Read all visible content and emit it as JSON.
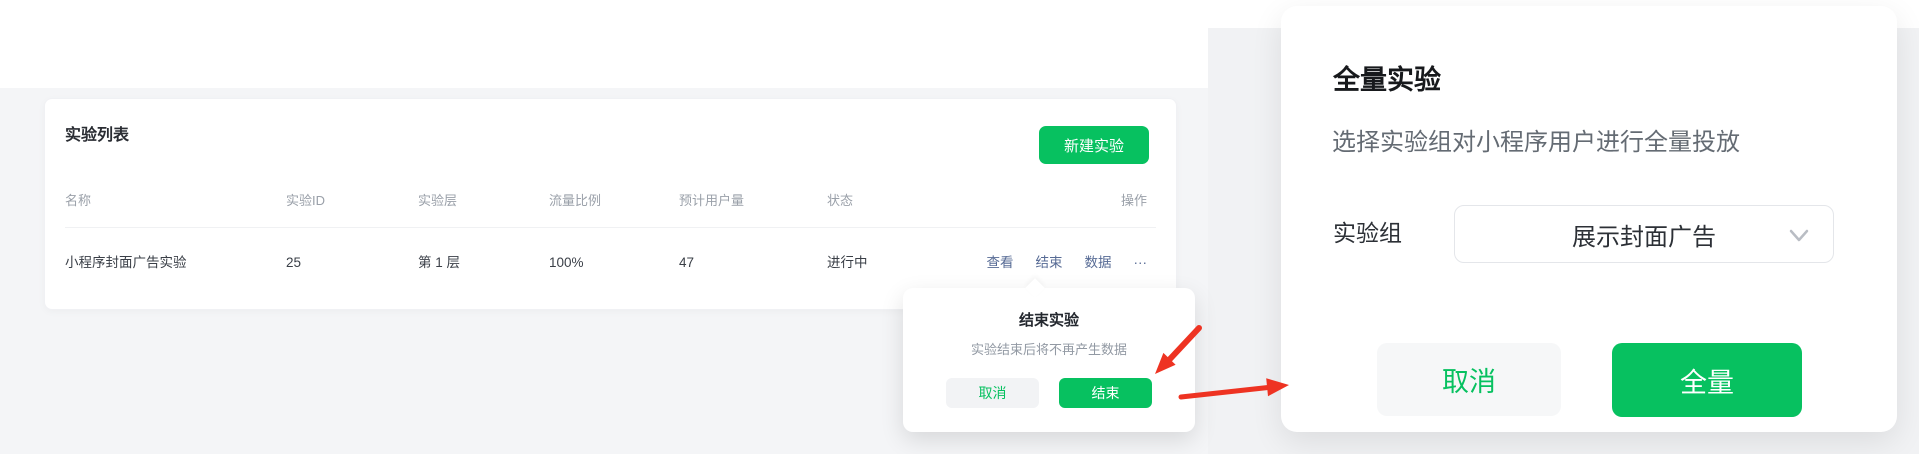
{
  "experiment_table": {
    "title": "实验列表",
    "new_button": "新建实验",
    "columns": [
      "名称",
      "实验ID",
      "实验层",
      "流量比例",
      "预计用户量",
      "状态",
      "操作"
    ],
    "row": {
      "name": "小程序封面广告实验",
      "id": "25",
      "layer": "第 1 层",
      "ratio": "100%",
      "users": "47",
      "status": "进行中",
      "actions": [
        "查看",
        "结束",
        "数据",
        "···"
      ]
    }
  },
  "end_popover": {
    "title": "结束实验",
    "message": "实验结束后将不再产生数据",
    "cancel_label": "取消",
    "confirm_label": "结束"
  },
  "full_release_modal": {
    "title": "全量实验",
    "subtitle": "选择实验组对小程序用户进行全量投放",
    "group_label": "实验组",
    "group_value": "展示封面广告",
    "cancel_label": "取消",
    "confirm_label": "全量"
  },
  "colors": {
    "green": "#07c160",
    "link": "#576b95",
    "arrow_red": "#ee3322"
  }
}
